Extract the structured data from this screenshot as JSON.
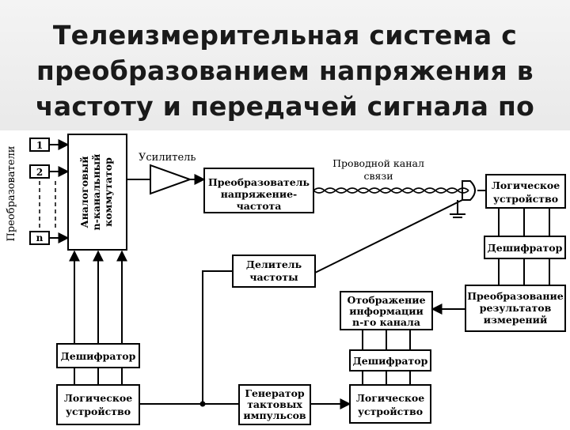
{
  "title": "Телеизмерительная система с преобразованием напряжения в частоту и передачей сигнала по двухпроводной линии",
  "diagram": {
    "sensors_label": "Преобразователи",
    "sensor_inputs": [
      "1",
      "2",
      "n"
    ],
    "commutator": [
      "Аналоговый",
      "n-канальный",
      "коммутатор"
    ],
    "amplifier": "Усилитель",
    "vf_converter": [
      "Преобразователь",
      "напряжение-",
      "частота"
    ],
    "wire_channel": [
      "Проводной канал",
      "связи"
    ],
    "logic_right": [
      "Логическое",
      "устройство"
    ],
    "decoder_right": "Дешифратор",
    "freq_divider": [
      "Делитель",
      "частоты"
    ],
    "results_converter": [
      "Преобразование",
      "результатов",
      "измерений"
    ],
    "display": [
      "Отображение",
      "информации",
      "n-го канала"
    ],
    "decoder_mid": "Дешифратор",
    "decoder_left": "Дешифратор",
    "logic_left": [
      "Логическое",
      "устройство"
    ],
    "clock_generator": [
      "Генератор",
      "тактовых",
      "импульсов"
    ],
    "logic_bottom": [
      "Логическое",
      "устройство"
    ]
  }
}
